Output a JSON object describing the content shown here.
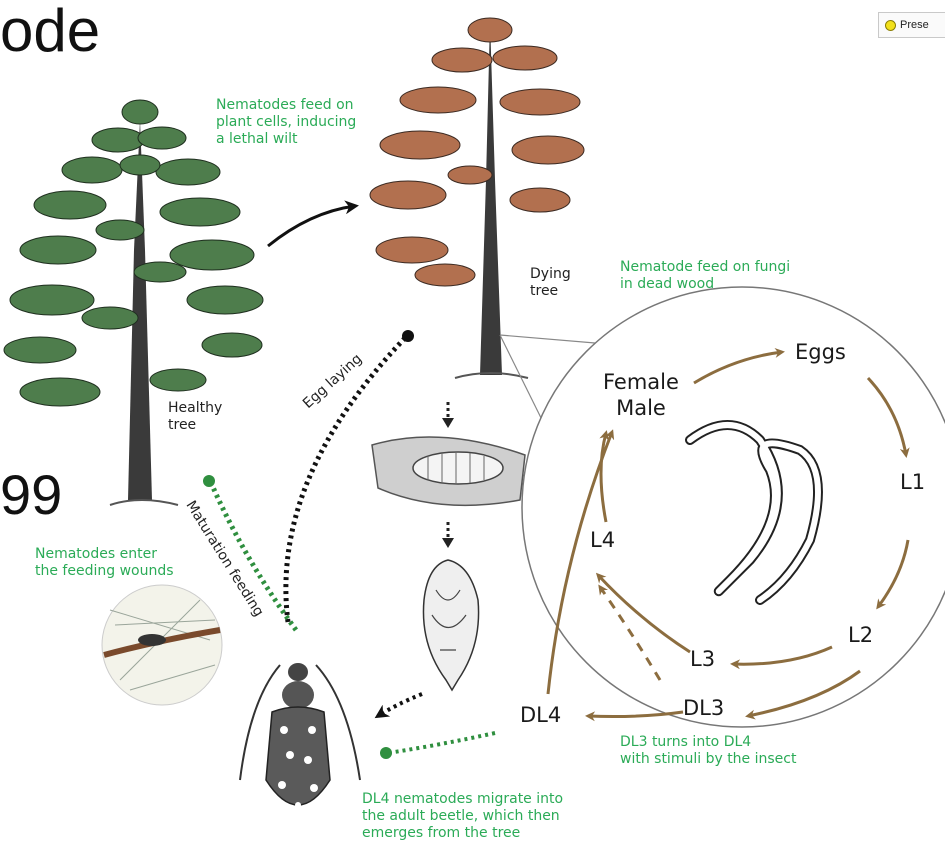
{
  "slide": {
    "title_fragment": "ode",
    "number_fragment": "99",
    "present_button": "Prese"
  },
  "notes": {
    "feed_plant": [
      "Nematodes feed on",
      "plant cells, inducing",
      "a lethal wilt"
    ],
    "feed_fungi": [
      "Nematode feed on fungi",
      "in dead wood"
    ],
    "enter_wounds": [
      "Nematodes enter",
      "the feeding wounds"
    ],
    "dl3_to_dl4": [
      "DL3 turns into DL4",
      "with stimuli by the insect"
    ],
    "dl4_migrate": [
      "DL4 nematodes migrate into",
      "the adult beetle, which then",
      "emerges from the tree"
    ]
  },
  "labels": {
    "healthy_tree": [
      "Healthy",
      "tree"
    ],
    "dying_tree": [
      "Dying",
      "tree"
    ],
    "egg_laying": "Egg laying",
    "maturation_feeding": "Maturation feeding"
  },
  "stages": {
    "female_male": [
      "Female",
      "Male"
    ],
    "eggs": "Eggs",
    "l1": "L1",
    "l2": "L2",
    "l3": "L3",
    "l4": "L4",
    "dl3": "DL3",
    "dl4": "DL4"
  },
  "colors": {
    "note_green": "#2bab57",
    "cycle_brown": "#8c6d3f",
    "healthy_foliage": "#4e7d4c",
    "dying_foliage": "#b2704f",
    "beetle_path_green": "#2f8f3f"
  }
}
